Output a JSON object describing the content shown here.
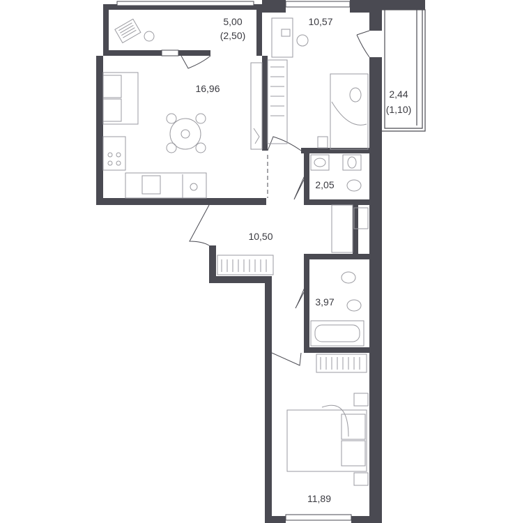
{
  "rooms": [
    {
      "id": "balcony-top",
      "area": "5,00",
      "sub": "(2,50)"
    },
    {
      "id": "bedroom-top",
      "area": "10,57"
    },
    {
      "id": "balcony-right",
      "area": "2,44",
      "sub": "(1,10)"
    },
    {
      "id": "kitchen-living",
      "area": "16,96"
    },
    {
      "id": "wc",
      "area": "2,05"
    },
    {
      "id": "hall",
      "area": "10,50"
    },
    {
      "id": "bathroom",
      "area": "3,97"
    },
    {
      "id": "bedroom-bottom",
      "area": "11,89"
    }
  ]
}
